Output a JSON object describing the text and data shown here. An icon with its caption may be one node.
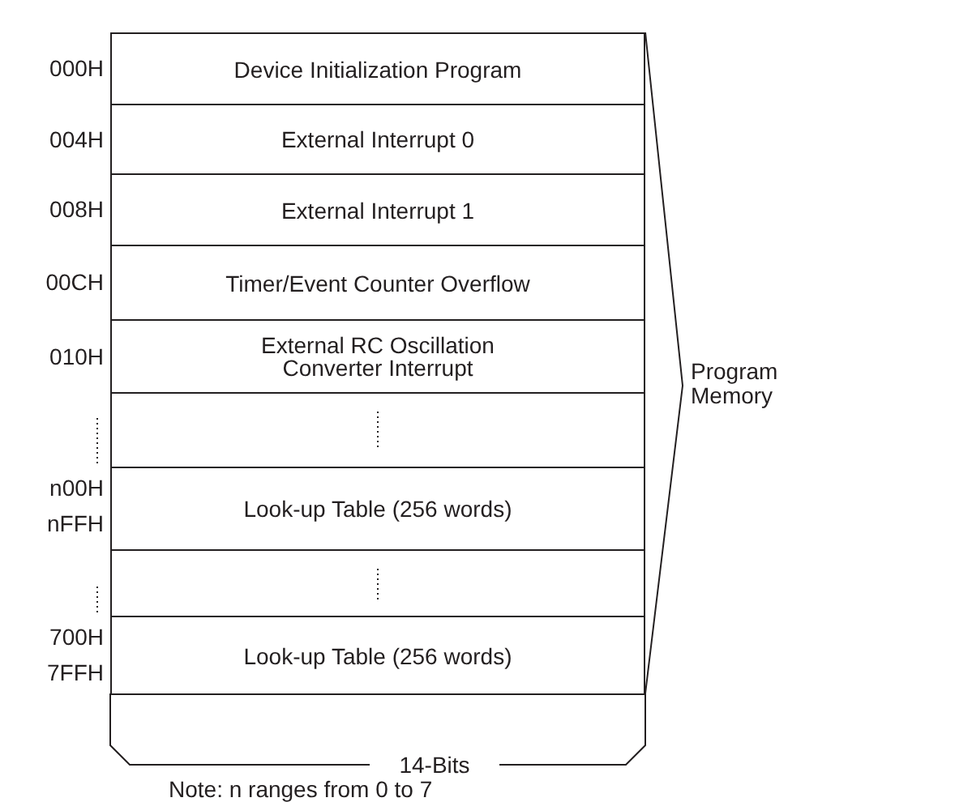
{
  "diagram": {
    "nodes": [
      {
        "text": [
          "Device Initialization Program"
        ],
        "beside": [
          "000H"
        ]
      },
      {
        "text": [
          "External Interrupt 0"
        ],
        "beside": [
          "004H"
        ]
      },
      {
        "text": [
          "External Interrupt 1"
        ],
        "beside": [
          "008H"
        ]
      },
      {
        "text": [
          "Timer/Event Counter Overflow"
        ],
        "beside": [
          "00CH"
        ]
      },
      {
        "text": [
          "External RC Oscillation Converter Interrupt"
        ],
        "beside": [
          "010H"
        ]
      },
      {
        "text": [],
        "shape": "box"
      },
      {
        "text": [
          "Look-up Table (256 words)"
        ],
        "beside": [
          "n00H",
          "nFFH"
        ]
      },
      {
        "text": [],
        "shape": "box"
      },
      {
        "text": [
          "Look-up Table (256 words)"
        ],
        "beside": [
          "700H",
          "7FFH"
        ]
      }
    ],
    "labels": [
      "Program Memory",
      "14-Bits",
      "Note: n ranges from 0 to 7"
    ]
  }
}
